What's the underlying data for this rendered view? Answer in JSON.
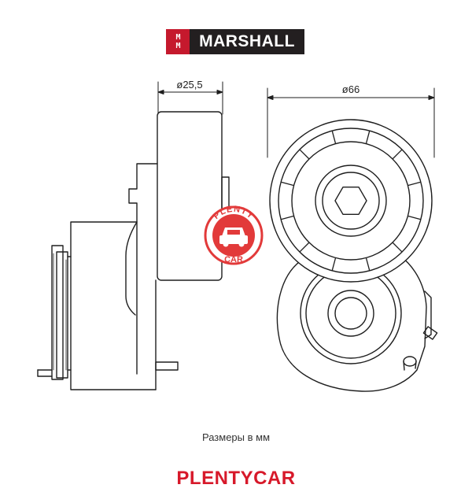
{
  "logo": {
    "mark_top": "M",
    "mark_bottom": "M",
    "text": "MARSHALL"
  },
  "dimensions": {
    "width_left": "ø25,5",
    "width_right": "ø66"
  },
  "watermark": {
    "top_text": "PLENTY",
    "bottom_text": "CAR",
    "color": "#e23a3a"
  },
  "caption": "Размеры в мм",
  "footer": "PLENTYCAR",
  "colors": {
    "accent": "#d7192a",
    "line": "#1e1e1e"
  }
}
